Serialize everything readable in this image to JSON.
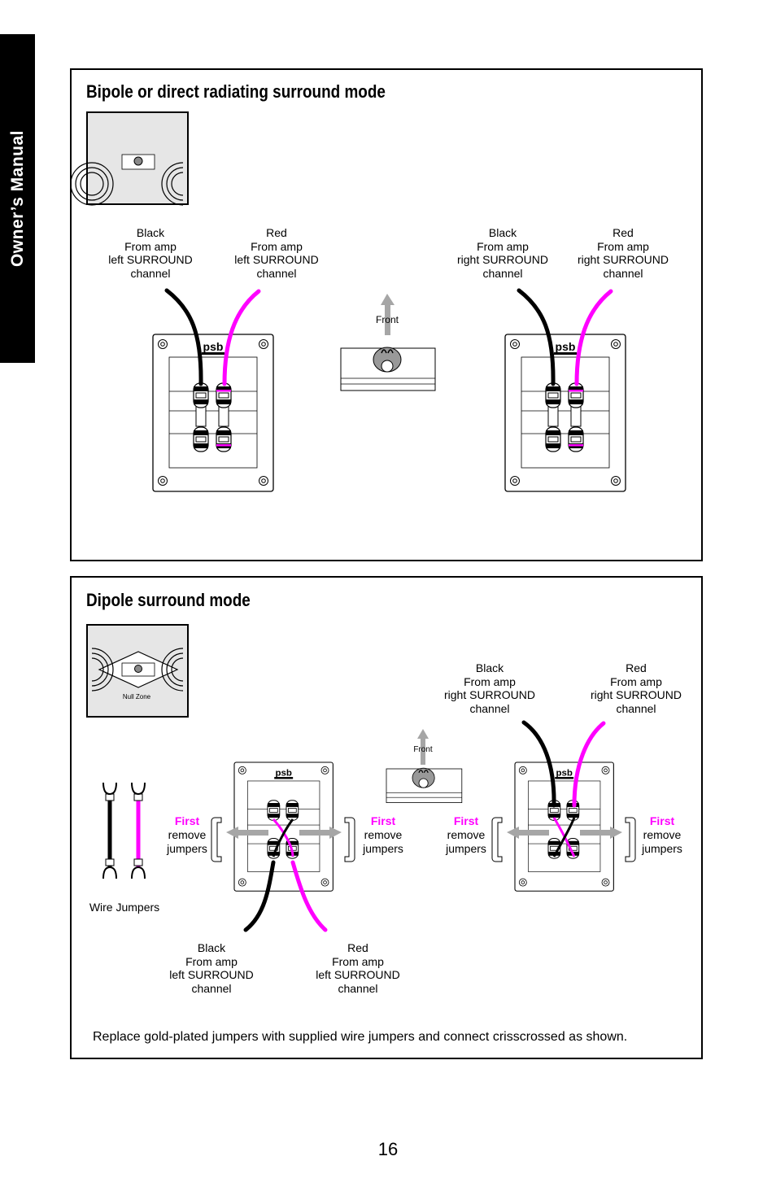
{
  "side_tab": {
    "text": "Owner’s Manual"
  },
  "panel1": {
    "title": "Bipole or direct radiating surround mode",
    "labels": {
      "black_left": "Black\nFrom amp\nleft SURROUND\nchannel",
      "red_left": "Red\nFrom amp\nleft SURROUND\nchannel",
      "black_right": "Black\nFrom amp\nright SURROUND\nchannel",
      "red_right": "Red\nFrom amp\nright SURROUND\nchannel",
      "front": "Front"
    },
    "speaker_logo": "psb"
  },
  "panel2": {
    "title": "Dipole surround mode",
    "null_zone": "Null Zone",
    "wire_jumpers": "Wire Jumpers",
    "first": "First",
    "remove_jumpers": "remove\njumpers",
    "front": "Front",
    "labels": {
      "black_right": "Black\nFrom amp\nright SURROUND\nchannel",
      "red_right": "Red\nFrom amp\nright SURROUND\nchannel",
      "black_left": "Black\nFrom amp\nleft SURROUND\nchannel",
      "red_left": "Red\nFrom amp\nleft SURROUND\nchannel"
    },
    "note": "Replace gold-plated jumpers with supplied wire jumpers and connect crisscrossed as shown."
  },
  "page_number": "16",
  "colors": {
    "black_wire": "#000000",
    "red_wire": "#ff00ff",
    "arrow": "#a6a6a6"
  }
}
